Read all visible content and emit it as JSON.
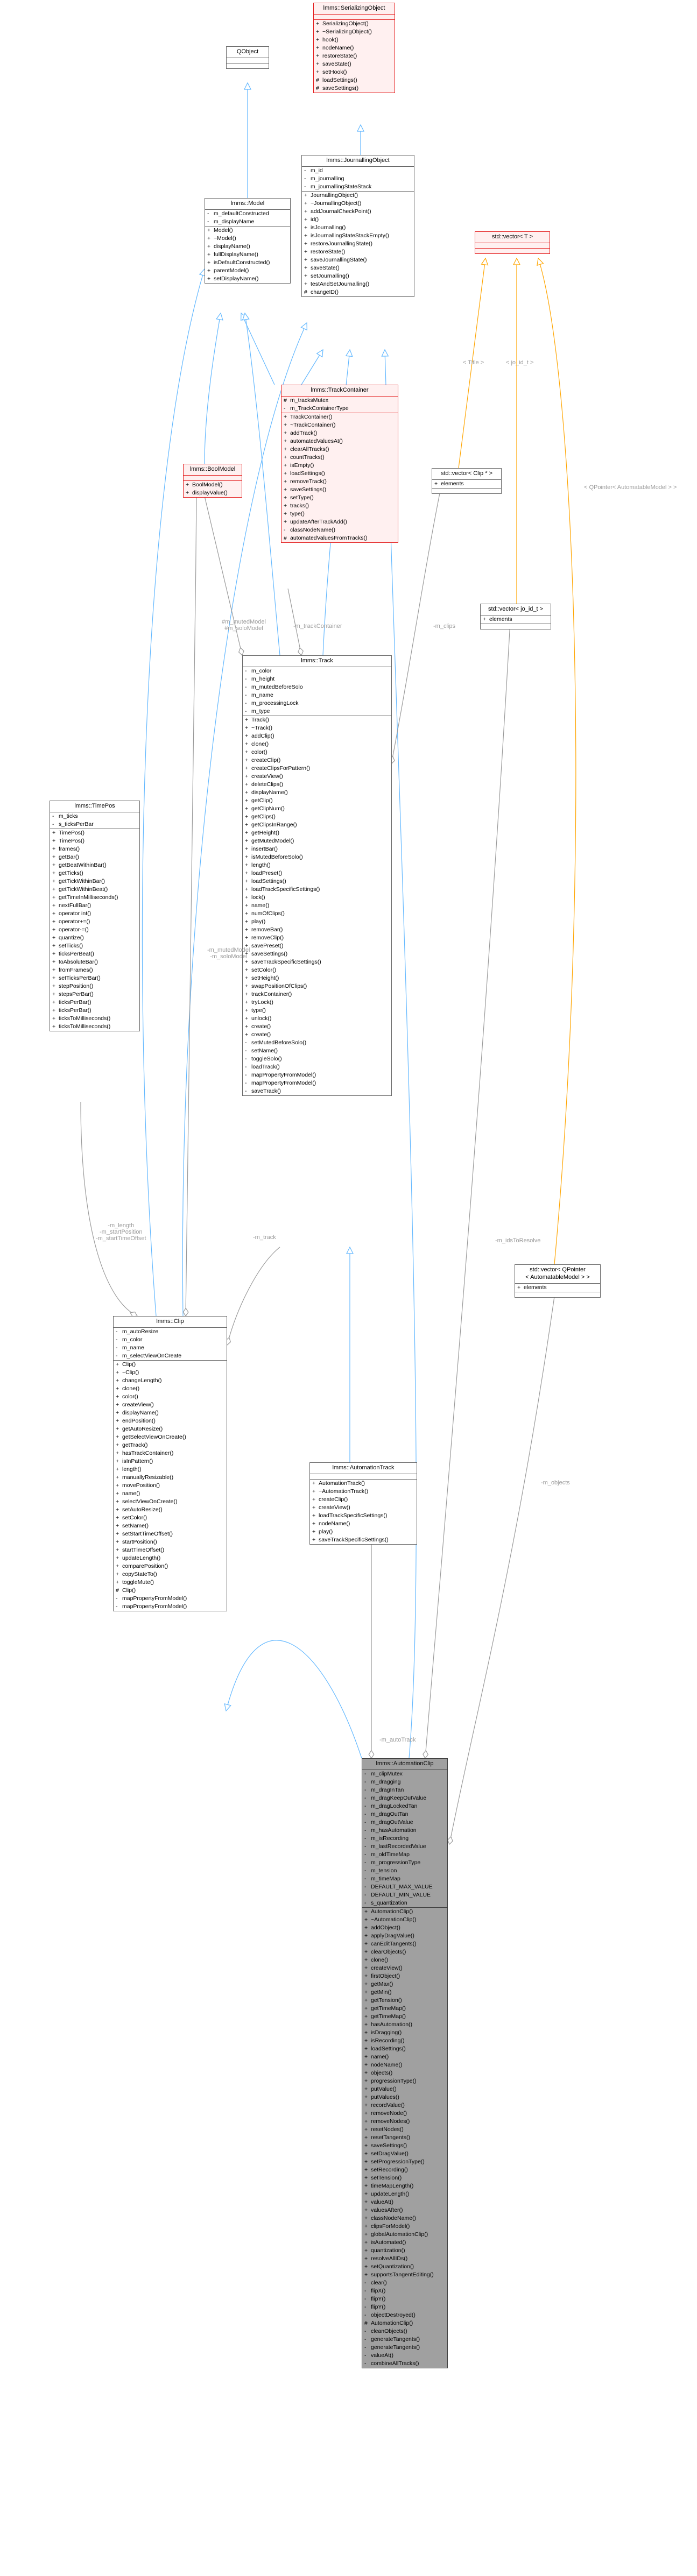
{
  "colors": {
    "inherit": "#63b8ff",
    "usage": "#9a9a9a",
    "template": "#ffa500"
  },
  "classes": [
    {
      "id": "serializing",
      "name": "lmms::SerializingObject",
      "style": "red",
      "attrs": [],
      "ops": [
        [
          "+",
          "SerializingObject()"
        ],
        [
          "+",
          "~SerializingObject()"
        ],
        [
          "+",
          "hook()"
        ],
        [
          "+",
          "nodeName()"
        ],
        [
          "+",
          "restoreState()"
        ],
        [
          "+",
          "saveState()"
        ],
        [
          "+",
          "setHook()"
        ],
        [
          "#",
          "loadSettings()"
        ],
        [
          "#",
          "saveSettings()"
        ]
      ]
    },
    {
      "id": "qobject",
      "name": "QObject",
      "style": "plain",
      "attrs": [],
      "ops": []
    },
    {
      "id": "model",
      "name": "lmms::Model",
      "style": "plain",
      "attrs": [
        [
          "-",
          "m_defaultConstructed"
        ],
        [
          "-",
          "m_displayName"
        ]
      ],
      "ops": [
        [
          "+",
          "Model()"
        ],
        [
          "+",
          "~Model()"
        ],
        [
          "+",
          "displayName()"
        ],
        [
          "+",
          "fullDisplayName()"
        ],
        [
          "+",
          "isDefaultConstructed()"
        ],
        [
          "+",
          "parentModel()"
        ],
        [
          "+",
          "setDisplayName()"
        ]
      ]
    },
    {
      "id": "journaling",
      "name": "lmms::JournallingObject",
      "style": "plain",
      "attrs": [
        [
          "-",
          "m_id"
        ],
        [
          "-",
          "m_journalling"
        ],
        [
          "-",
          "m_journallingStateStack"
        ]
      ],
      "ops": [
        [
          "+",
          "JournallingObject()"
        ],
        [
          "+",
          "~JournallingObject()"
        ],
        [
          "+",
          "addJournalCheckPoint()"
        ],
        [
          "+",
          "id()"
        ],
        [
          "+",
          "isJournalling()"
        ],
        [
          "+",
          "isJournallingStateStackEmpty()"
        ],
        [
          "+",
          "restoreJournallingState()"
        ],
        [
          "+",
          "restoreState()"
        ],
        [
          "+",
          "saveJournallingState()"
        ],
        [
          "+",
          "saveState()"
        ],
        [
          "+",
          "setJournalling()"
        ],
        [
          "+",
          "testAndSetJournalling()"
        ],
        [
          "#",
          "changeID()"
        ]
      ]
    },
    {
      "id": "stdvector",
      "name": "std::vector< T >",
      "style": "red",
      "attrs": [],
      "ops": []
    },
    {
      "id": "trackcontainer",
      "name": "lmms::TrackContainer",
      "style": "red",
      "attrs": [
        [
          "#",
          "m_tracksMutex"
        ],
        [
          "-",
          "m_TrackContainerType"
        ]
      ],
      "ops": [
        [
          "+",
          "TrackContainer()"
        ],
        [
          "+",
          "~TrackContainer()"
        ],
        [
          "+",
          "addTrack()"
        ],
        [
          "+",
          "automatedValuesAt()"
        ],
        [
          "+",
          "clearAllTracks()"
        ],
        [
          "+",
          "countTracks()"
        ],
        [
          "+",
          "isEmpty()"
        ],
        [
          "+",
          "loadSettings()"
        ],
        [
          "+",
          "removeTrack()"
        ],
        [
          "+",
          "saveSettings()"
        ],
        [
          "+",
          "setType()"
        ],
        [
          "+",
          "tracks()"
        ],
        [
          "+",
          "type()"
        ],
        [
          "+",
          "updateAfterTrackAdd()"
        ],
        [
          "-",
          "classNodeName()"
        ],
        [
          "#",
          "automatedValuesFromTracks()"
        ]
      ]
    },
    {
      "id": "boolmodel",
      "name": "lmms::BoolModel",
      "style": "red",
      "attrs": [],
      "ops": [
        [
          "+",
          "BoolModel()"
        ],
        [
          "+",
          "displayValue()"
        ]
      ]
    },
    {
      "id": "vecclip",
      "name": "std::vector< Clip * >",
      "style": "plain",
      "attrs": [
        [
          "+",
          "elements"
        ]
      ],
      "ops": []
    },
    {
      "id": "vecjsi",
      "name": "std::vector< jo_id_t >",
      "style": "plain",
      "attrs": [
        [
          "+",
          "elements"
        ]
      ],
      "ops": []
    },
    {
      "id": "track",
      "name": "lmms::Track",
      "style": "plain",
      "attrs": [
        [
          "-",
          "m_color"
        ],
        [
          "-",
          "m_height"
        ],
        [
          "-",
          "m_mutedBeforeSolo"
        ],
        [
          "-",
          "m_name"
        ],
        [
          "-",
          "m_processingLock"
        ],
        [
          "-",
          "m_type"
        ]
      ],
      "ops": [
        [
          "+",
          "Track()"
        ],
        [
          "+",
          "~Track()"
        ],
        [
          "+",
          "addClip()"
        ],
        [
          "+",
          "clone()"
        ],
        [
          "+",
          "color()"
        ],
        [
          "+",
          "createClip()"
        ],
        [
          "+",
          "createClipsForPattern()"
        ],
        [
          "+",
          "createView()"
        ],
        [
          "+",
          "deleteClips()"
        ],
        [
          "+",
          "displayName()"
        ],
        [
          "+",
          "getClip()"
        ],
        [
          "+",
          "getClipNum()"
        ],
        [
          "+",
          "getClips()"
        ],
        [
          "+",
          "getClipsInRange()"
        ],
        [
          "+",
          "getHeight()"
        ],
        [
          "+",
          "getMutedModel()"
        ],
        [
          "+",
          "insertBar()"
        ],
        [
          "+",
          "isMutedBeforeSolo()"
        ],
        [
          "+",
          "length()"
        ],
        [
          "+",
          "loadPreset()"
        ],
        [
          "+",
          "loadSettings()"
        ],
        [
          "+",
          "loadTrackSpecificSettings()"
        ],
        [
          "+",
          "lock()"
        ],
        [
          "+",
          "name()"
        ],
        [
          "+",
          "numOfClips()"
        ],
        [
          "+",
          "play()"
        ],
        [
          "+",
          "removeBar()"
        ],
        [
          "+",
          "removeClip()"
        ],
        [
          "+",
          "savePreset()"
        ],
        [
          "+",
          "saveSettings()"
        ],
        [
          "+",
          "saveTrackSpecificSettings()"
        ],
        [
          "+",
          "setColor()"
        ],
        [
          "+",
          "setHeight()"
        ],
        [
          "+",
          "swapPositionOfClips()"
        ],
        [
          "+",
          "trackContainer()"
        ],
        [
          "+",
          "tryLock()"
        ],
        [
          "+",
          "type()"
        ],
        [
          "+",
          "unlock()"
        ],
        [
          "+",
          "create()"
        ],
        [
          "+",
          "create()"
        ],
        [
          "-",
          "setMutedBeforeSolo()"
        ],
        [
          "-",
          "setName()"
        ],
        [
          "-",
          "toggleSolo()"
        ],
        [
          "-",
          "loadTrack()"
        ],
        [
          "-",
          "mapPropertyFromModel()"
        ],
        [
          "-",
          "mapPropertyFromModel()"
        ],
        [
          "-",
          "saveTrack()"
        ]
      ]
    },
    {
      "id": "timepos",
      "name": "lmms::TimePos",
      "style": "plain",
      "attrs": [
        [
          "-",
          "m_ticks"
        ],
        [
          "-",
          "s_ticksPerBar"
        ]
      ],
      "ops": [
        [
          "+",
          "TimePos()"
        ],
        [
          "+",
          "TimePos()"
        ],
        [
          "+",
          "frames()"
        ],
        [
          "+",
          "getBar()"
        ],
        [
          "+",
          "getBeatWithinBar()"
        ],
        [
          "+",
          "getTicks()"
        ],
        [
          "+",
          "getTickWithinBar()"
        ],
        [
          "+",
          "getTickWithinBeat()"
        ],
        [
          "+",
          "getTimeInMilliseconds()"
        ],
        [
          "+",
          "nextFullBar()"
        ],
        [
          "+",
          "operator int()"
        ],
        [
          "+",
          "operator+=()"
        ],
        [
          "+",
          "operator-=()"
        ],
        [
          "+",
          "quantize()"
        ],
        [
          "+",
          "setTicks()"
        ],
        [
          "+",
          "ticksPerBeat()"
        ],
        [
          "+",
          "toAbsoluteBar()"
        ],
        [
          "+",
          "fromFrames()"
        ],
        [
          "+",
          "setTicksPerBar()"
        ],
        [
          "+",
          "stepPosition()"
        ],
        [
          "+",
          "stepsPerBar()"
        ],
        [
          "+",
          "ticksPerBar()"
        ],
        [
          "+",
          "ticksPerBar()"
        ],
        [
          "+",
          "ticksToMilliseconds()"
        ],
        [
          "+",
          "ticksToMilliseconds()"
        ]
      ]
    },
    {
      "id": "qpointer",
      "name": "std::vector< QPointer\n< AutomatableModel > >",
      "style": "plain",
      "attrs": [
        [
          "+",
          "elements"
        ]
      ],
      "ops": []
    },
    {
      "id": "clip",
      "name": "lmms::Clip",
      "style": "plain",
      "attrs": [
        [
          "-",
          "m_autoResize"
        ],
        [
          "-",
          "m_color"
        ],
        [
          "-",
          "m_name"
        ],
        [
          "-",
          "m_selectViewOnCreate"
        ]
      ],
      "ops": [
        [
          "+",
          "Clip()"
        ],
        [
          "+",
          "~Clip()"
        ],
        [
          "+",
          "changeLength()"
        ],
        [
          "+",
          "clone()"
        ],
        [
          "+",
          "color()"
        ],
        [
          "+",
          "createView()"
        ],
        [
          "+",
          "displayName()"
        ],
        [
          "+",
          "endPosition()"
        ],
        [
          "+",
          "getAutoResize()"
        ],
        [
          "+",
          "getSelectViewOnCreate()"
        ],
        [
          "+",
          "getTrack()"
        ],
        [
          "+",
          "hasTrackContainer()"
        ],
        [
          "+",
          "isInPattern()"
        ],
        [
          "+",
          "length()"
        ],
        [
          "+",
          "manuallyResizable()"
        ],
        [
          "+",
          "movePosition()"
        ],
        [
          "+",
          "name()"
        ],
        [
          "+",
          "selectViewOnCreate()"
        ],
        [
          "+",
          "setAutoResize()"
        ],
        [
          "+",
          "setColor()"
        ],
        [
          "+",
          "setName()"
        ],
        [
          "+",
          "setStartTimeOffset()"
        ],
        [
          "+",
          "startPosition()"
        ],
        [
          "+",
          "startTimeOffset()"
        ],
        [
          "+",
          "updateLength()"
        ],
        [
          "+",
          "comparePosition()"
        ],
        [
          "+",
          "copyStateTo()"
        ],
        [
          "+",
          "toggleMute()"
        ],
        [
          "#",
          "Clip()"
        ],
        [
          "-",
          "mapPropertyFromModel()"
        ],
        [
          "-",
          "mapPropertyFromModel()"
        ]
      ]
    },
    {
      "id": "automationtrack",
      "name": "lmms::AutomationTrack",
      "style": "plain",
      "attrs": [],
      "ops": [
        [
          "+",
          "AutomationTrack()"
        ],
        [
          "+",
          "~AutomationTrack()"
        ],
        [
          "+",
          "createClip()"
        ],
        [
          "+",
          "createView()"
        ],
        [
          "+",
          "loadTrackSpecificSettings()"
        ],
        [
          "+",
          "nodeName()"
        ],
        [
          "+",
          "play()"
        ],
        [
          "+",
          "saveTrackSpecificSettings()"
        ]
      ]
    },
    {
      "id": "automationclip",
      "name": "lmms::AutomationClip",
      "style": "dark",
      "attrs": [
        [
          "-",
          "m_clipMutex"
        ],
        [
          "-",
          "m_dragging"
        ],
        [
          "-",
          "m_dragInTan"
        ],
        [
          "-",
          "m_dragKeepOutValue"
        ],
        [
          "-",
          "m_dragLockedTan"
        ],
        [
          "-",
          "m_dragOutTan"
        ],
        [
          "-",
          "m_dragOutValue"
        ],
        [
          "-",
          "m_hasAutomation"
        ],
        [
          "-",
          "m_isRecording"
        ],
        [
          "-",
          "m_lastRecordedValue"
        ],
        [
          "-",
          "m_oldTimeMap"
        ],
        [
          "-",
          "m_progressionType"
        ],
        [
          "-",
          "m_tension"
        ],
        [
          "-",
          "m_timeMap"
        ],
        [
          "-",
          "DEFAULT_MAX_VALUE"
        ],
        [
          "-",
          "DEFAULT_MIN_VALUE"
        ],
        [
          "-",
          "s_quantization"
        ]
      ],
      "ops": [
        [
          "+",
          "AutomationClip()"
        ],
        [
          "+",
          "~AutomationClip()"
        ],
        [
          "+",
          "addObject()"
        ],
        [
          "+",
          "applyDragValue()"
        ],
        [
          "+",
          "canEditTangents()"
        ],
        [
          "+",
          "clearObjects()"
        ],
        [
          "+",
          "clone()"
        ],
        [
          "+",
          "createView()"
        ],
        [
          "+",
          "firstObject()"
        ],
        [
          "+",
          "getMax()"
        ],
        [
          "+",
          "getMin()"
        ],
        [
          "+",
          "getTension()"
        ],
        [
          "+",
          "getTimeMap()"
        ],
        [
          "+",
          "getTimeMap()"
        ],
        [
          "+",
          "hasAutomation()"
        ],
        [
          "+",
          "isDragging()"
        ],
        [
          "+",
          "isRecording()"
        ],
        [
          "+",
          "loadSettings()"
        ],
        [
          "+",
          "name()"
        ],
        [
          "+",
          "nodeName()"
        ],
        [
          "+",
          "objects()"
        ],
        [
          "+",
          "progressionType()"
        ],
        [
          "+",
          "putValue()"
        ],
        [
          "+",
          "putValues()"
        ],
        [
          "+",
          "recordValue()"
        ],
        [
          "+",
          "removeNode()"
        ],
        [
          "+",
          "removeNodes()"
        ],
        [
          "+",
          "resetNodes()"
        ],
        [
          "+",
          "resetTangents()"
        ],
        [
          "+",
          "saveSettings()"
        ],
        [
          "+",
          "setDragValue()"
        ],
        [
          "+",
          "setProgressionType()"
        ],
        [
          "+",
          "setRecording()"
        ],
        [
          "+",
          "setTension()"
        ],
        [
          "+",
          "timeMapLength()"
        ],
        [
          "+",
          "updateLength()"
        ],
        [
          "+",
          "valueAt()"
        ],
        [
          "+",
          "valuesAfter()"
        ],
        [
          "+",
          "classNodeName()"
        ],
        [
          "+",
          "clipsForModel()"
        ],
        [
          "+",
          "globalAutomationClip()"
        ],
        [
          "+",
          "isAutomated()"
        ],
        [
          "+",
          "quantization()"
        ],
        [
          "+",
          "resolveAllIDs()"
        ],
        [
          "+",
          "setQuantization()"
        ],
        [
          "+",
          "supportsTangentEditing()"
        ],
        [
          "-",
          "clear()"
        ],
        [
          "-",
          "flipX()"
        ],
        [
          "-",
          "flipY()"
        ],
        [
          "-",
          "flipY()"
        ],
        [
          "-",
          "objectDestroyed()"
        ],
        [
          "#",
          "AutomationClip()"
        ],
        [
          "-",
          "cleanObjects()"
        ],
        [
          "-",
          "generateTangents()"
        ],
        [
          "-",
          "generateTangents()"
        ],
        [
          "-",
          "valueAt()"
        ],
        [
          "-",
          "combineAllTracks()"
        ]
      ]
    }
  ],
  "edge_labels": [
    {
      "id": "lbl-title",
      "text": "< Title >"
    },
    {
      "id": "lbl-id",
      "text": "< jo_id_t >"
    },
    {
      "id": "lbl-qpointer",
      "text": "< QPointer< AutomatableModel > >"
    },
    {
      "id": "lbl-mutedmodel",
      "text": "#m_mutedModel\n#m_soloModel"
    },
    {
      "id": "lbl-trackcontainer",
      "text": "-m_trackContainer"
    },
    {
      "id": "lbl-clips",
      "text": "-m_clips"
    },
    {
      "id": "lbl-mutedmodel2",
      "text": "-m_mutedModel\n-m_soloModel"
    },
    {
      "id": "lbl-length",
      "text": "-m_length\n-m_startPosition\n-m_startTimeOffset"
    },
    {
      "id": "lbl-track",
      "text": "-m_track"
    },
    {
      "id": "lbl-idstorestore",
      "text": "-m_idsToResolve"
    },
    {
      "id": "lbl-objects",
      "text": "-m_objects"
    },
    {
      "id": "lbl-autotrack",
      "text": "-m_autoTrack"
    }
  ]
}
